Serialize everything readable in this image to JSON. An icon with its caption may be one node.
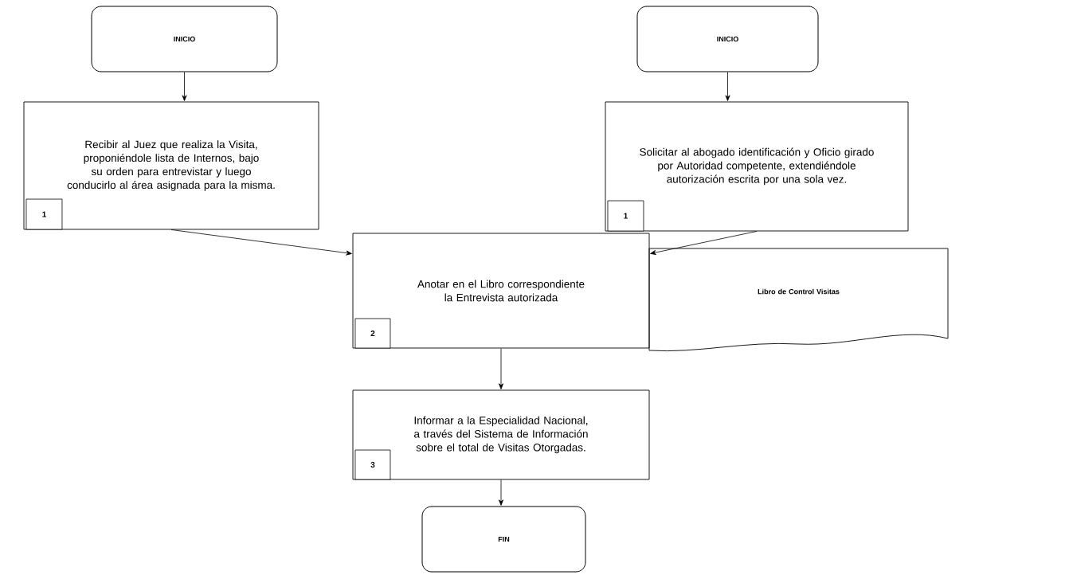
{
  "diagram": {
    "nodes": [
      {
        "text": [
          "INICIO"
        ]
      },
      {
        "text": [
          "Recibir al Juez que realiza la Visita, proponiéndole lista de Internos, bajo su orden para entrevistar y luego conducirlo al área asignada para la misma."
        ]
      },
      {
        "text": [
          "1"
        ],
        "in": 1
      },
      {
        "text": [
          "INICIO"
        ]
      },
      {
        "text": [
          "Solicitar al abogado identificación y Oficio girado por Autoridad competente, extendiéndole autorización escrita por una sola vez."
        ]
      },
      {
        "text": [
          "1"
        ],
        "in": 4
      },
      {
        "text": [
          "Anotar en el Libro correspondiente la Entrevista autorizada"
        ]
      },
      {
        "text": [
          "2"
        ],
        "in": 6
      },
      {
        "text": [
          "Libro de Control Visitas"
        ]
      },
      {
        "text": [
          "Informar a la Especialidad Nacional, a través del Sistema de Información sobre el total de Visitas Otorgadas."
        ]
      },
      {
        "text": [
          "3"
        ],
        "in": 9
      },
      {
        "text": [
          "FIN"
        ]
      }
    ],
    "edges": [
      {
        "from": 0,
        "to": 1,
        "arrow": "to"
      },
      {
        "from": 3,
        "to": 4,
        "arrow": "to"
      },
      {
        "from": 1,
        "to": 6,
        "arrow": "to"
      },
      {
        "from": 4,
        "to": 6,
        "arrow": "to"
      },
      {
        "from": 6,
        "to": 9,
        "arrow": "to"
      },
      {
        "from": 9,
        "to": 11,
        "arrow": "to"
      }
    ]
  }
}
